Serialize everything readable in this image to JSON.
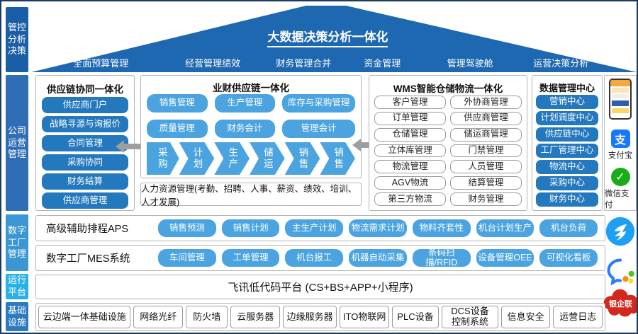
{
  "palette": {
    "roof_blue": "#1e68b2",
    "mid_blue": "#2478be",
    "light_blue": "#4ba4e0",
    "sidebar_dark": "#1a5ea7",
    "sidebar_steel": "#2f6db5",
    "sidebar_sky": "#3b97d3",
    "sidebar_cyan": "#29b0e6",
    "sidebar_mid": "#2b7abf",
    "arrow_gray": "#9e9e9e",
    "alipay_blue": "#1677ff",
    "wechat_green": "#1aad19",
    "dingtalk_blue": "#1e9ff2",
    "bank_red": "#d2281e"
  },
  "sidebar": {
    "items": [
      {
        "label": "管控\n分析\n决策"
      },
      {
        "label": "公司\n运营\n管理"
      },
      {
        "label": "数字\n工厂\n管理"
      },
      {
        "label": "运行\n平台"
      },
      {
        "label": "基础\n设施"
      }
    ]
  },
  "roof": {
    "title": "大数据决策分析一体化",
    "items": [
      "全面预算管理",
      "经营管理绩效",
      "财务管理合并",
      "资金管理",
      "管理驾驶舱",
      "运营决策分析"
    ]
  },
  "scm": {
    "title": "供应链协同一体化",
    "buttons": [
      "供应商门户",
      "战略寻源与询报价",
      "合同管理",
      "采购协同",
      "财务结算",
      "供应商管理"
    ]
  },
  "erp": {
    "title": "业财供应链一体化",
    "buttons": [
      "销售管理",
      "生产管理",
      "库存与采购管理",
      "质量管理",
      "财务会计",
      "管理会计"
    ],
    "chevrons": [
      "采\n购",
      "计\n划",
      "生\n产",
      "储\n运",
      "销\n售",
      "销\n售"
    ],
    "hr": "人力资源管理(考勤、招聘、人事、薪资、绩效、培训、人才发展)"
  },
  "wms": {
    "title": "WMS智能仓储物流一体化",
    "left": [
      "客户管理",
      "订单管理",
      "仓储管理",
      "立体库管理",
      "物流管理",
      "AGV物流",
      "第三方物流"
    ],
    "right": [
      "外协商管理",
      "供应商管理",
      "储运商管理",
      "门禁管理",
      "人员管理",
      "结算管理",
      "财务管理"
    ]
  },
  "datacenter": {
    "title": "数据管理中心",
    "buttons": [
      "营销中心",
      "计划调度中心",
      "供应链中心",
      "工厂管理中心",
      "物流中心",
      "采购中心",
      "财务中心"
    ]
  },
  "icons": {
    "alipay_glyph": "支",
    "alipay_label": "支付宝",
    "wechat_glyph": "✓",
    "wechat_label": "微信支付",
    "bank_label": "银企联"
  },
  "aps": {
    "label": "高级辅助排程APS",
    "buttons": [
      "销售预测",
      "销售计划",
      "主生产计划",
      "物流需求计划",
      "物料齐套性",
      "机台计划生产",
      "机台负荷"
    ]
  },
  "mes": {
    "label": "数字工厂MES系统",
    "buttons": [
      "车间管理",
      "工单管理",
      "机台报工",
      "机器自动采集",
      "条码扫描/RFID",
      "设备管理OEE",
      "可视化看板"
    ]
  },
  "platform": {
    "text": "飞讯低代码平台 (CS+BS+APP+小程序)"
  },
  "infra": {
    "cells": [
      "云边端一体基础设施",
      "网络光纤",
      "防火墙",
      "云服务器",
      "边缘服务器",
      "ITO物联网",
      "PLC设备",
      "DCS设备\n控制系统",
      "信息安全",
      "运营日志"
    ]
  }
}
